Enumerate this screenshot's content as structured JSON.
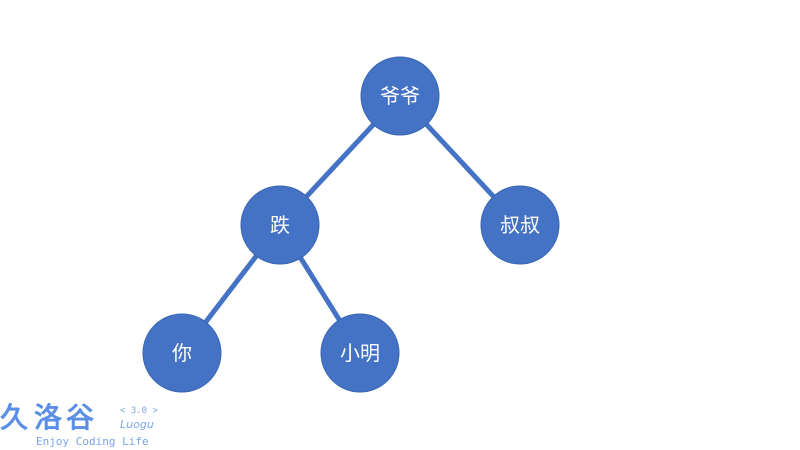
{
  "tree": {
    "nodes": [
      {
        "id": "grandpa",
        "label": "爷爷"
      },
      {
        "id": "dad",
        "label": "跌"
      },
      {
        "id": "uncle",
        "label": "叔叔"
      },
      {
        "id": "you",
        "label": "你"
      },
      {
        "id": "xiaoming",
        "label": "小明"
      }
    ],
    "edges": [
      {
        "from": "grandpa",
        "to": "dad"
      },
      {
        "from": "grandpa",
        "to": "uncle"
      },
      {
        "from": "dad",
        "to": "you"
      },
      {
        "from": "dad",
        "to": "xiaoming"
      }
    ],
    "node_color": "#4472c4",
    "label_color": "#ffffff"
  },
  "watermark": {
    "logo_chars": [
      "久",
      "洛",
      "谷"
    ],
    "version": "< 3.0 >",
    "name": "Luogu",
    "tagline": "Enjoy Coding Life",
    "color": "#5b8ee6"
  }
}
